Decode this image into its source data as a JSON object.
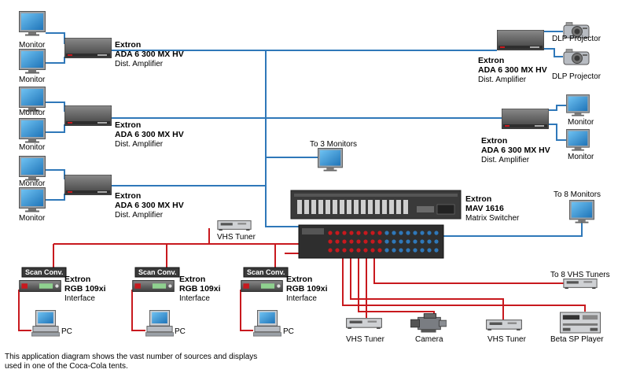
{
  "labels": {
    "monitor": "Monitor",
    "extron": "Extron",
    "ada_model": "ADA 6 300 MX HV",
    "dist_amp": "Dist. Amplifier",
    "dlp_projector": "DLP Projector",
    "to_3_monitors": "To 3 Monitors",
    "to_8_monitors": "To 8 Monitors",
    "mav_model": "MAV 1616",
    "matrix_switcher": "Matrix Switcher",
    "vhs_tuner": "VHS Tuner",
    "to_8_vhs_tuners": "To 8 VHS Tuners",
    "scan_conv": "Scan Conv.",
    "rgb_model": "RGB 109xi",
    "interface": "Interface",
    "pc": "PC",
    "camera": "Camera",
    "beta_sp_player": "Beta SP Player"
  },
  "caption": {
    "line1": "This application diagram shows the vast number of sources and displays",
    "line2": "used in one of the Coca-Cola tents."
  },
  "colors": {
    "blue_cable": "#2f78b9",
    "red_cable": "#c8191e",
    "device_body": "#5a5a5a",
    "screen": "#2d8fd3"
  }
}
